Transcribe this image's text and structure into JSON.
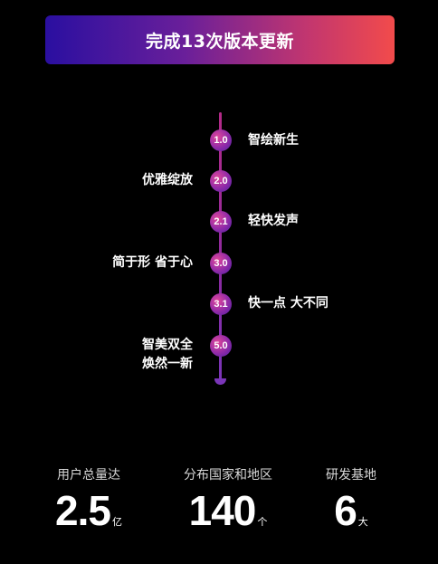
{
  "header": {
    "title": "完成13次版本更新"
  },
  "timeline": [
    {
      "version": "1.0",
      "label": "智绘新生",
      "side": "right"
    },
    {
      "version": "2.0",
      "label": "优雅绽放",
      "side": "left"
    },
    {
      "version": "2.1",
      "label": "轻快发声",
      "side": "right"
    },
    {
      "version": "3.0",
      "label": "简于形 省于心",
      "side": "left"
    },
    {
      "version": "3.1",
      "label": "快一点 大不同",
      "side": "right"
    },
    {
      "version": "5.0",
      "label_line1": "智美双全",
      "label_line2": "焕然一新",
      "side": "left"
    }
  ],
  "stats": [
    {
      "label": "用户总量达",
      "value": "2.5",
      "unit": "亿"
    },
    {
      "label": "分布国家和地区",
      "value": "140",
      "unit": "个"
    },
    {
      "label": "研发基地",
      "value": "6",
      "unit": "大"
    }
  ],
  "colors": {
    "banner_start": "#2a0fa0",
    "banner_end": "#f24b4b",
    "node": "#8f2aa8",
    "background": "#000000"
  }
}
